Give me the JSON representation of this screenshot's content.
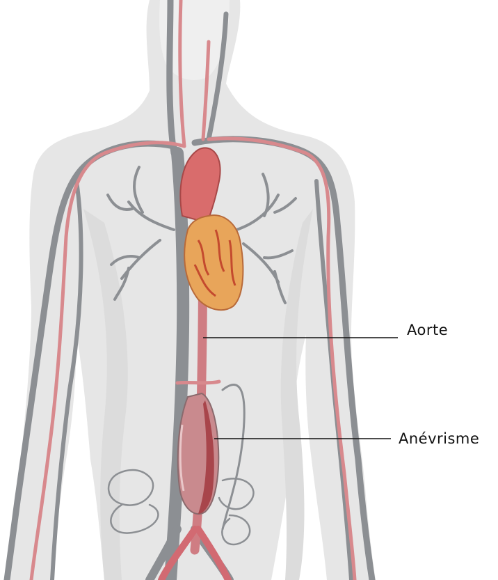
{
  "labels": {
    "aorte": "Aorte",
    "anevrisme": "Anévrisme"
  },
  "colors": {
    "body_silhouette": "#e6e6e6",
    "body_shadow": "#d4d4d4",
    "vein": "#8c8f93",
    "artery": "#d8898d",
    "artery_dark": "#b85a60",
    "heart": "#e8a55a",
    "heart_detail": "#c44a2e",
    "leader_line": "#111111"
  },
  "icons": [
    "human-body-illustration",
    "heart-illustration"
  ]
}
